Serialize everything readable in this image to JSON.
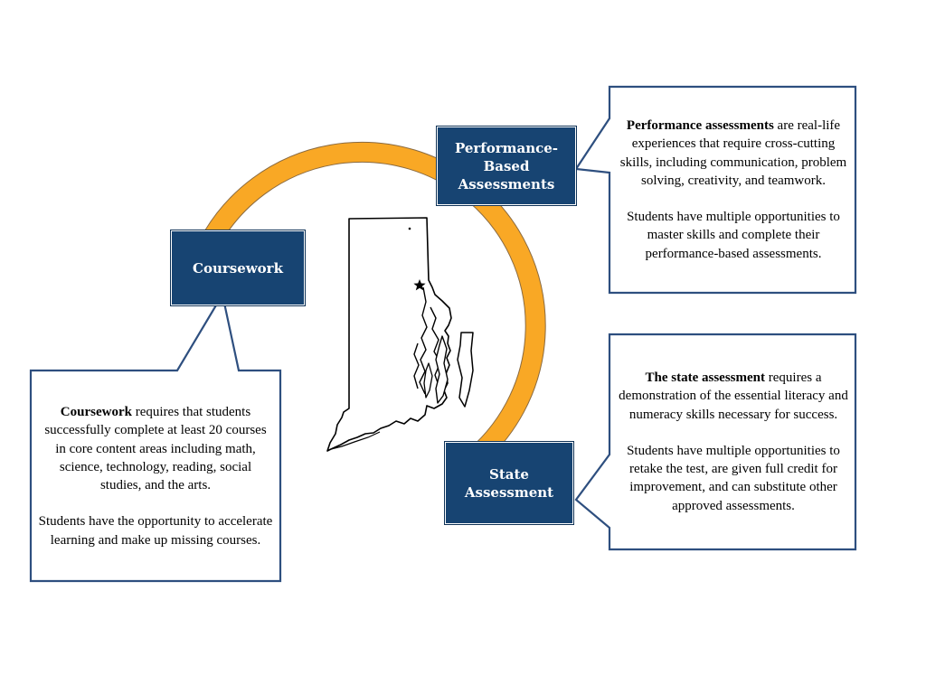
{
  "colors": {
    "node_fill": "#174472",
    "node_text": "#ffffff",
    "cycle_arc": "#F9A825",
    "callout_border": "#2E4F7F",
    "map_outline": "#000000"
  },
  "nodes": {
    "performance": "Performance-\nBased\nAssessments",
    "coursework": "Coursework",
    "state": "State\nAssessment"
  },
  "callouts": {
    "performance": {
      "lead_bold": "Performance assessments",
      "lead_rest": " are real-life experiences that require cross-cutting skills, including communication, problem solving, creativity, and teamwork.",
      "second": "Students have multiple opportunities to master skills and complete their performance-based assessments."
    },
    "state": {
      "lead_bold": "The state assessment",
      "lead_rest": " requires a demonstration of the essential literacy and numeracy skills necessary for success.",
      "second": "Students have multiple opportunities to retake the test, are given full credit for improvement, and can substitute other approved assessments."
    },
    "coursework": {
      "lead_bold": "Coursework",
      "lead_rest": " requires that students successfully complete at least 20 courses in core content areas including math, science, technology, reading, social studies, and the arts.",
      "second": "Students have the opportunity to accelerate learning and make up missing courses."
    }
  },
  "map": {
    "icon": "rhode-island-outline",
    "marker_icon": "star-icon"
  }
}
